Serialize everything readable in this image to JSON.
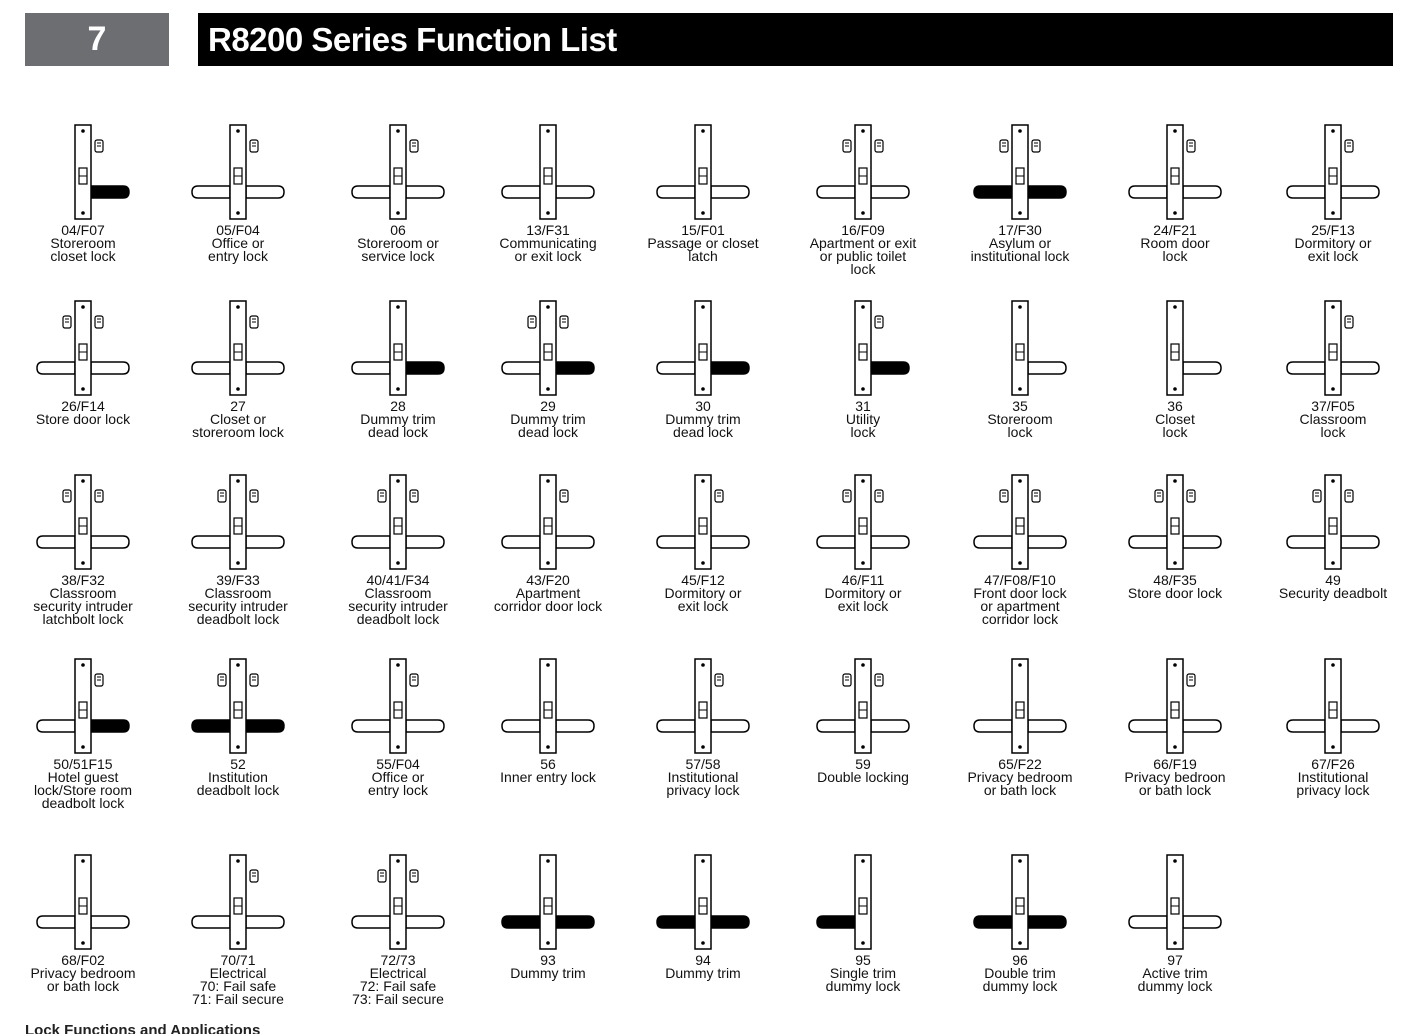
{
  "header": {
    "section_number": "7",
    "title": "R8200 Series Function List"
  },
  "functions": [
    {
      "code": "04/F07",
      "desc": "Storeroom\ncloset lock",
      "lever": "right",
      "fill": "right",
      "key": "right"
    },
    {
      "code": "05/F04",
      "desc": "Office or\nentry lock",
      "lever": "both",
      "fill": "none",
      "key": "right"
    },
    {
      "code": "06",
      "desc": "Storeroom or\nservice lock",
      "lever": "both",
      "fill": "none",
      "key": "right"
    },
    {
      "code": "13/F31",
      "desc": "Communicating\nor exit lock",
      "lever": "both",
      "fill": "none",
      "key": "none"
    },
    {
      "code": "15/F01",
      "desc": "Passage or closet\nlatch",
      "lever": "both",
      "fill": "none",
      "key": "none"
    },
    {
      "code": "16/F09",
      "desc": "Apartment or exit\nor public toilet\nlock",
      "lever": "both",
      "fill": "none",
      "key": "both"
    },
    {
      "code": "17/F30",
      "desc": "Asylum or\ninstitutional lock",
      "lever": "both",
      "fill": "both",
      "key": "both"
    },
    {
      "code": "24/F21",
      "desc": "Room door\nlock",
      "lever": "both",
      "fill": "none",
      "key": "right"
    },
    {
      "code": "25/F13",
      "desc": "Dormitory or\nexit lock",
      "lever": "both",
      "fill": "none",
      "key": "right"
    },
    {
      "code": "26/F14",
      "desc": "Store door lock",
      "lever": "both",
      "fill": "none",
      "key": "both"
    },
    {
      "code": "27",
      "desc": "Closet or\nstoreroom lock",
      "lever": "both",
      "fill": "none",
      "key": "right"
    },
    {
      "code": "28",
      "desc": "Dummy trim\ndead lock",
      "lever": "both",
      "fill": "right",
      "key": "none"
    },
    {
      "code": "29",
      "desc": "Dummy trim\ndead lock",
      "lever": "both",
      "fill": "right",
      "key": "both"
    },
    {
      "code": "30",
      "desc": "Dummy trim\ndead lock",
      "lever": "both",
      "fill": "right",
      "key": "none"
    },
    {
      "code": "31",
      "desc": "Utility\nlock",
      "lever": "right",
      "fill": "right",
      "key": "right"
    },
    {
      "code": "35",
      "desc": "Storeroom\nlock",
      "lever": "right",
      "fill": "none",
      "key": "none"
    },
    {
      "code": "36",
      "desc": "Closet\nlock",
      "lever": "right",
      "fill": "none",
      "key": "none"
    },
    {
      "code": "37/F05",
      "desc": "Classroom\nlock",
      "lever": "both",
      "fill": "none",
      "key": "right"
    },
    {
      "code": "38/F32",
      "desc": "Classroom\nsecurity intruder\nlatchbolt lock",
      "lever": "both",
      "fill": "none",
      "key": "both"
    },
    {
      "code": "39/F33",
      "desc": "Classroom\nsecurity intruder\ndeadbolt lock",
      "lever": "both",
      "fill": "none",
      "key": "both"
    },
    {
      "code": "40/41/F34",
      "desc": "Classroom\nsecurity intruder\ndeadbolt lock",
      "lever": "both",
      "fill": "none",
      "key": "both"
    },
    {
      "code": "43/F20",
      "desc": "Apartment\ncorridor door lock",
      "lever": "both",
      "fill": "none",
      "key": "right"
    },
    {
      "code": "45/F12",
      "desc": "Dormitory or\nexit lock",
      "lever": "both",
      "fill": "none",
      "key": "right"
    },
    {
      "code": "46/F11",
      "desc": "Dormitory or\nexit lock",
      "lever": "both",
      "fill": "none",
      "key": "both"
    },
    {
      "code": "47/F08/F10",
      "desc": "Front door lock\nor apartment\ncorridor lock",
      "lever": "both",
      "fill": "none",
      "key": "both"
    },
    {
      "code": "48/F35",
      "desc": "Store door lock",
      "lever": "both",
      "fill": "none",
      "key": "both"
    },
    {
      "code": "49",
      "desc": "Security deadbolt",
      "lever": "both",
      "fill": "none",
      "key": "both"
    },
    {
      "code": "50/51F15",
      "desc": "Hotel guest\nlock/Store room\ndeadbolt lock",
      "lever": "both",
      "fill": "right",
      "key": "right"
    },
    {
      "code": "52",
      "desc": "Institution\ndeadbolt lock",
      "lever": "both",
      "fill": "both",
      "key": "both"
    },
    {
      "code": "55/F04",
      "desc": "Office or\nentry lock",
      "lever": "both",
      "fill": "none",
      "key": "right"
    },
    {
      "code": "56",
      "desc": "Inner entry lock",
      "lever": "both",
      "fill": "none",
      "key": "none"
    },
    {
      "code": "57/58",
      "desc": "Institutional\nprivacy lock",
      "lever": "both",
      "fill": "none",
      "key": "right"
    },
    {
      "code": "59",
      "desc": "Double locking",
      "lever": "both",
      "fill": "none",
      "key": "both"
    },
    {
      "code": "65/F22",
      "desc": "Privacy bedroom\nor bath lock",
      "lever": "both",
      "fill": "none",
      "key": "none"
    },
    {
      "code": "66/F19",
      "desc": "Privacy bedroon\nor bath lock",
      "lever": "both",
      "fill": "none",
      "key": "right"
    },
    {
      "code": "67/F26",
      "desc": "Institutional\nprivacy lock",
      "lever": "both",
      "fill": "none",
      "key": "none"
    },
    {
      "code": "68/F02",
      "desc": "Privacy bedroom\nor bath lock",
      "lever": "both",
      "fill": "none",
      "key": "none"
    },
    {
      "code": "70/71",
      "desc": "Electrical\n70: Fail safe\n71: Fail secure",
      "lever": "both",
      "fill": "none",
      "key": "right"
    },
    {
      "code": "72/73",
      "desc": "Electrical\n72: Fail safe\n73: Fail secure",
      "lever": "both",
      "fill": "none",
      "key": "both"
    },
    {
      "code": "93",
      "desc": "Dummy trim",
      "lever": "both",
      "fill": "both",
      "key": "none"
    },
    {
      "code": "94",
      "desc": "Dummy trim",
      "lever": "both",
      "fill": "both",
      "key": "none"
    },
    {
      "code": "95",
      "desc": "Single trim\ndummy lock",
      "lever": "left",
      "fill": "left",
      "key": "none"
    },
    {
      "code": "96",
      "desc": "Double trim\ndummy lock",
      "lever": "both",
      "fill": "both",
      "key": "none"
    },
    {
      "code": "97",
      "desc": "Active trim\ndummy lock",
      "lever": "both",
      "fill": "none",
      "key": "none"
    }
  ],
  "footer": {
    "text": "Lock Functions and Applications"
  }
}
